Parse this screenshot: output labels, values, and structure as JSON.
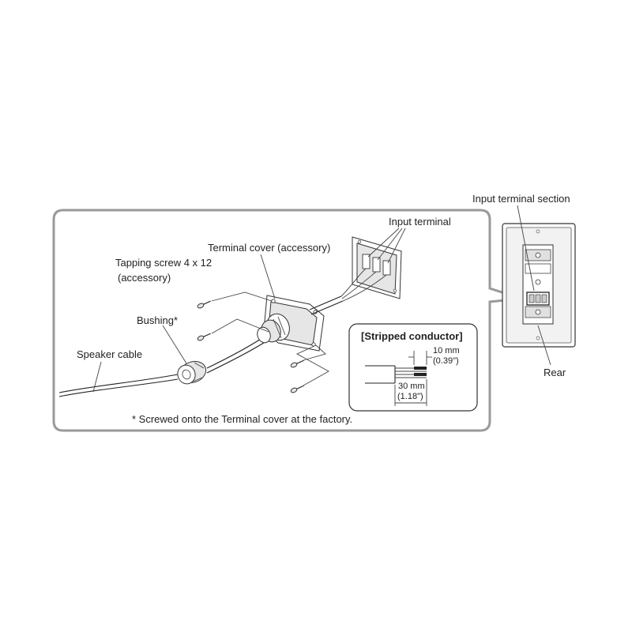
{
  "labels": {
    "input_terminal_section": "Input terminal section",
    "input_terminal": "Input terminal",
    "terminal_cover": "Terminal cover (accessory)",
    "tapping_screw_line1": "Tapping screw 4 x 12",
    "tapping_screw_line2": "(accessory)",
    "bushing": "Bushing*",
    "speaker_cable": "Speaker cable",
    "rear": "Rear",
    "footnote": "* Screwed onto the Terminal cover at the factory."
  },
  "stripped_conductor": {
    "title": "[Stripped conductor]",
    "dim_short_mm": "10 mm",
    "dim_short_in": "(0.39\")",
    "dim_long_mm": "30 mm",
    "dim_long_in": "(1.18\")"
  },
  "colors": {
    "frame": "#9a9a9a",
    "line": "#333333",
    "shade": "#e6e6e6"
  }
}
